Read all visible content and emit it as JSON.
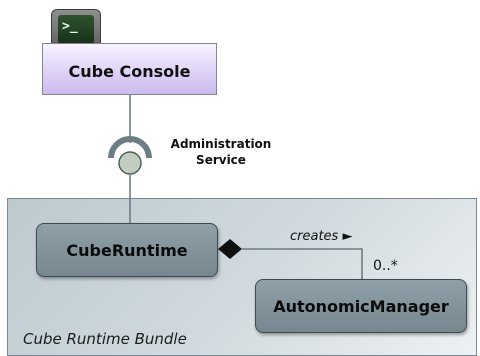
{
  "console": {
    "label": "Cube Console",
    "icon": "terminal-icon",
    "prompt_glyph": ">_"
  },
  "interface": {
    "label_line1": "Administration",
    "label_line2": "Service"
  },
  "bundle": {
    "label": "Cube Runtime Bundle"
  },
  "runtime": {
    "label": "CubeRuntime"
  },
  "manager": {
    "label": "AutonomicManager"
  },
  "association": {
    "name": "creates",
    "direction_glyph": "►",
    "multiplicity": "0..*"
  },
  "colors": {
    "console_fill": "#ddd0f6",
    "node_fill": "#8fa0a9",
    "bundle_fill": "#d2dbdf",
    "connector": "#6d7d84"
  }
}
